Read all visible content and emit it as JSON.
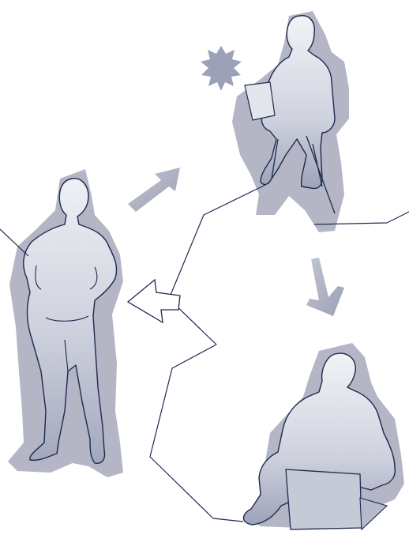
{
  "illustration": {
    "description_visible_text": "",
    "palette": {
      "background": "#ffffff",
      "shadow": "#b4b6c6",
      "figure_light": "#eef0f5",
      "figure_dark": "#a3a7bc",
      "outline": "#1c2a4e",
      "arrow": "#adb1c3"
    },
    "figures": [
      {
        "name": "standing-woman"
      },
      {
        "name": "seated-man-with-laptop"
      },
      {
        "name": "crouching-man-with-laptop"
      }
    ],
    "arrows": [
      {
        "name": "up-right-arrow"
      },
      {
        "name": "down-arrow"
      },
      {
        "name": "left-outline-arrow"
      }
    ],
    "decorations": [
      {
        "name": "starburst-icon"
      }
    ]
  }
}
